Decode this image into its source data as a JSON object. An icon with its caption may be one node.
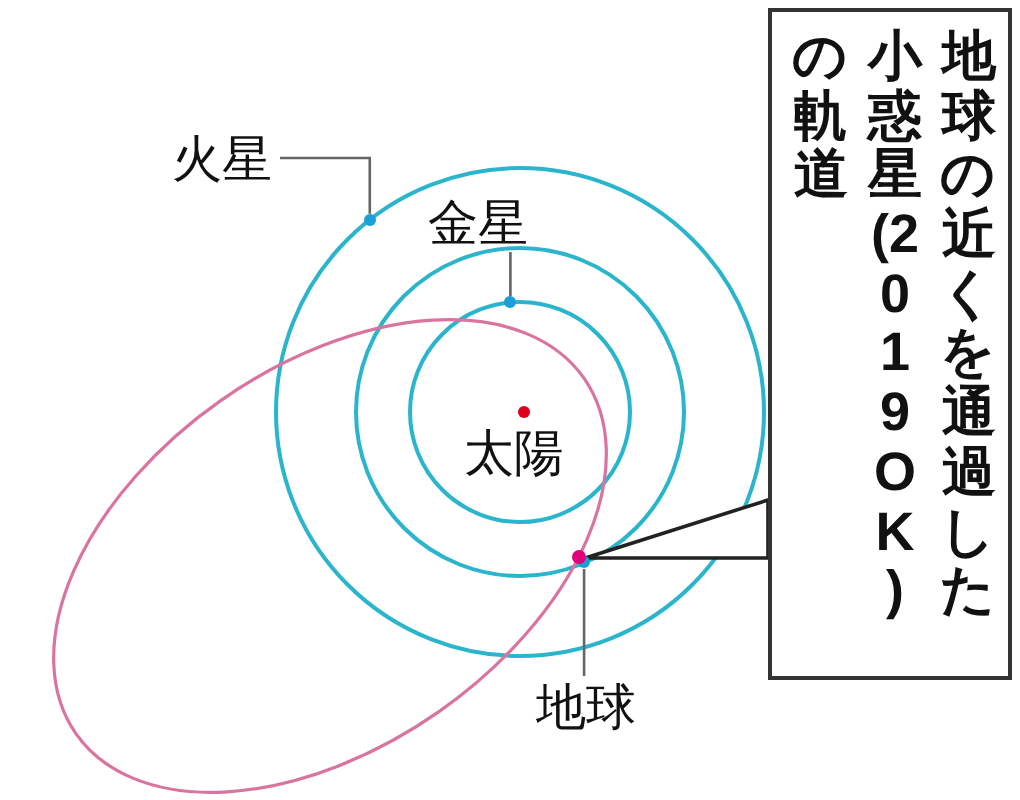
{
  "diagram": {
    "nodes": [
      {
        "text": [
          "火星"
        ]
      },
      {
        "text": [],
        "shape": "circle"
      },
      {
        "text": [
          "金星"
        ]
      },
      {
        "text": [],
        "shape": "circle"
      },
      {
        "text": [
          "地球"
        ]
      },
      {
        "text": [],
        "shape": "circle"
      },
      {
        "text": [
          "地球の近くを通過した小惑星(2019OK)の軌道"
        ]
      },
      {
        "text": [],
        "shape": "circle"
      }
    ],
    "edges": [
      {
        "from": 0,
        "to": 1,
        "arrow": "none"
      },
      {
        "from": 2,
        "to": 3,
        "arrow": "none"
      },
      {
        "from": 4,
        "to": 5,
        "arrow": "none"
      },
      {
        "from": 6,
        "to": 7,
        "arrow": "none"
      }
    ],
    "labels": [
      "太陽"
    ]
  }
}
